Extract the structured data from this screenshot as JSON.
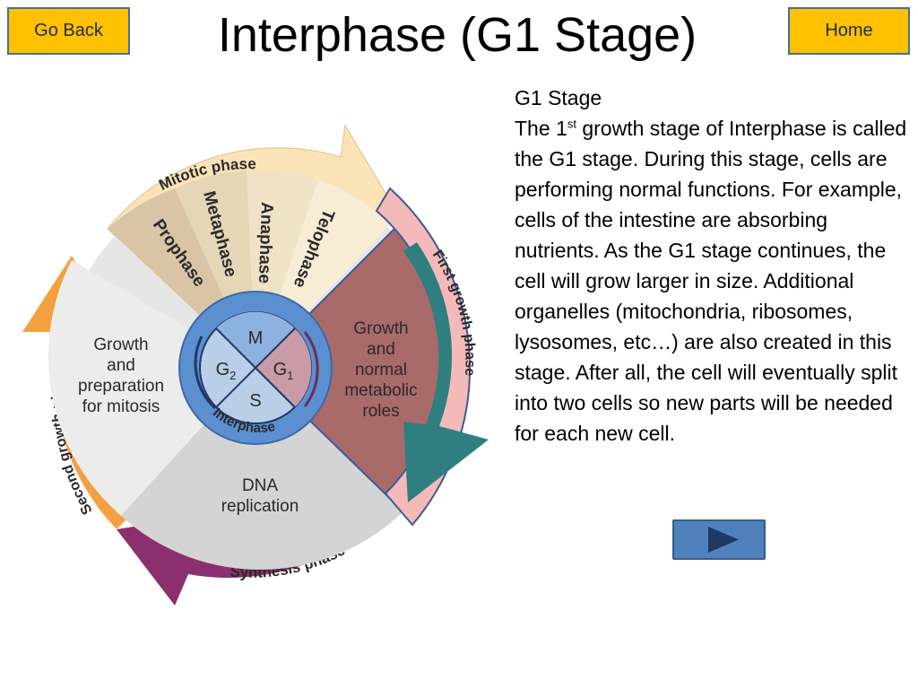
{
  "nav": {
    "go_back": "Go Back",
    "home": "Home"
  },
  "title": "Interphase (G1 Stage)",
  "content": {
    "heading": "G1 Stage",
    "para_pre": "The 1",
    "para_sup": "st",
    "para_post": " growth stage of Interphase is called the G1 stage. During this stage, cells are performing normal functions. For example, cells of the intestine are absorbing nutrients. As the G1 stage continues, the cell will grow larger in size. Additional organelles (mitochondria, ribosomes, lysosomes, etc…) are also created in this stage. After all, the cell will eventually split into two cells so new parts will be needed for each new cell."
  },
  "diagram": {
    "mitotic_phase": "Mitotic phase",
    "prophase": "Prophase",
    "metaphase": "Metaphase",
    "anaphase": "Anaphase",
    "telophase": "Telophase",
    "first_growth_phase": "First growth phase",
    "second_growth_phase": "Second growth phase",
    "synthesis_phase": "Synthesis phase",
    "g1_line1": "Growth",
    "g1_line2": "and",
    "g1_line3": "normal",
    "g1_line4": "metabolic",
    "g1_line5": "roles",
    "g2_line1": "Growth",
    "g2_line2": "and",
    "g2_line3": "preparation",
    "g2_line4": "for mitosis",
    "s_line1": "DNA",
    "s_line2": "replication",
    "m": "M",
    "g2": "G",
    "g2_sub": "2",
    "g1": "G",
    "g1_sub": "1",
    "s": "S",
    "interphase": "Interphase"
  },
  "colors": {
    "nav_fill": "#ffc000",
    "nav_border": "#41719c",
    "next_fill": "#4f81bd",
    "next_arrow": "#1f3864",
    "g1_sector": "#a96a6a",
    "g1_band": "#f4b9b9",
    "g1_arrow": "#2f7f80",
    "mitotic_band": "#fbe3b8",
    "prophase_wedge": "#d9c4a5",
    "second_growth_arrow": "#f5a040",
    "synthesis_arrow": "#8c2f6e",
    "center_blue": "#5b8fd0",
    "center_light": "#b9cfe8"
  }
}
